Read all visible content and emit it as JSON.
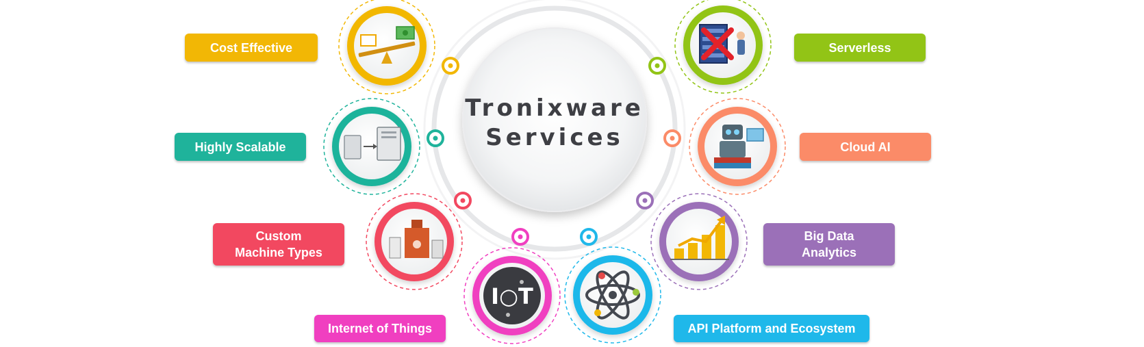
{
  "center": {
    "title_line1": "Tronixware",
    "title_line2": "Services"
  },
  "services": [
    {
      "id": "cost-effective",
      "label": "Cost Effective",
      "color": "#f2b705",
      "icon": "seesaw-money-icon"
    },
    {
      "id": "highly-scalable",
      "label": "Highly Scalable",
      "color": "#1fb39b",
      "icon": "server-scale-icon"
    },
    {
      "id": "custom-machine-types",
      "label": "Custom Machine Types",
      "color": "#f24860",
      "icon": "factory-machine-icon"
    },
    {
      "id": "internet-of-things",
      "label": "Internet of Things",
      "color": "#f03fc0",
      "icon": "iot-icon"
    },
    {
      "id": "serverless",
      "label": "Serverless",
      "color": "#92c416",
      "icon": "server-crossed-icon"
    },
    {
      "id": "cloud-ai",
      "label": "Cloud AI",
      "color": "#fb8b68",
      "icon": "robot-icon"
    },
    {
      "id": "big-data-analytics",
      "label": "Big Data Analytics",
      "color": "#9b70b8",
      "icon": "growth-chart-icon"
    },
    {
      "id": "api-platform",
      "label": "API Platform and Ecosystem",
      "color": "#1fb8ea",
      "icon": "atom-icon"
    }
  ]
}
